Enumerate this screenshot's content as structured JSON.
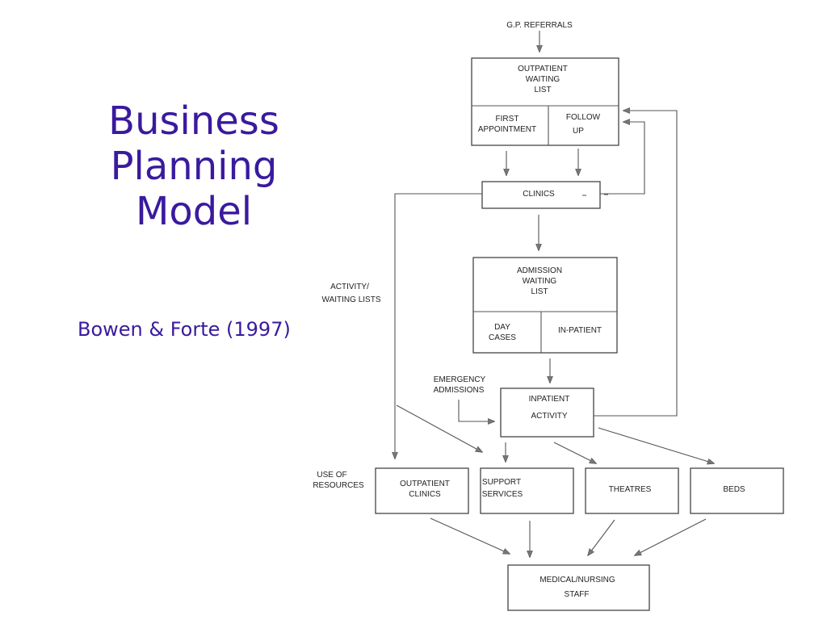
{
  "slide": {
    "title_lines": [
      "Business",
      "Planning",
      "Model"
    ],
    "subtitle": "Bowen & Forte (1997)"
  },
  "diagram": {
    "gp_referrals": "G.P. REFERRALS",
    "outpatient_waiting_list": [
      "OUTPATIENT",
      "WAITING",
      "LIST"
    ],
    "first_appointment": [
      "FIRST",
      "APPOINTMENT"
    ],
    "follow_up": [
      "FOLLOW",
      "UP"
    ],
    "clinics": "CLINICS",
    "admission_waiting_list": [
      "ADMISSION",
      "WAITING",
      "LIST"
    ],
    "day_cases": [
      "DAY",
      "CASES"
    ],
    "in_patient": "IN-PATIENT",
    "activity_waiting_lists": [
      "ACTIVITY/",
      "WAITING LISTS"
    ],
    "emergency_admissions": [
      "EMERGENCY",
      "ADMISSIONS"
    ],
    "inpatient_activity": [
      "INPATIENT",
      "ACTIVITY"
    ],
    "use_of_resources": [
      "USE OF",
      "RESOURCES"
    ],
    "outpatient_clinics": [
      "OUTPATIENT",
      "CLINICS"
    ],
    "support_services": [
      "SUPPORT",
      "SERVICES"
    ],
    "theatres": "THEATRES",
    "beds": "BEDS",
    "medical_nursing_staff": [
      "MEDICAL/NURSING",
      "STAFF"
    ]
  }
}
